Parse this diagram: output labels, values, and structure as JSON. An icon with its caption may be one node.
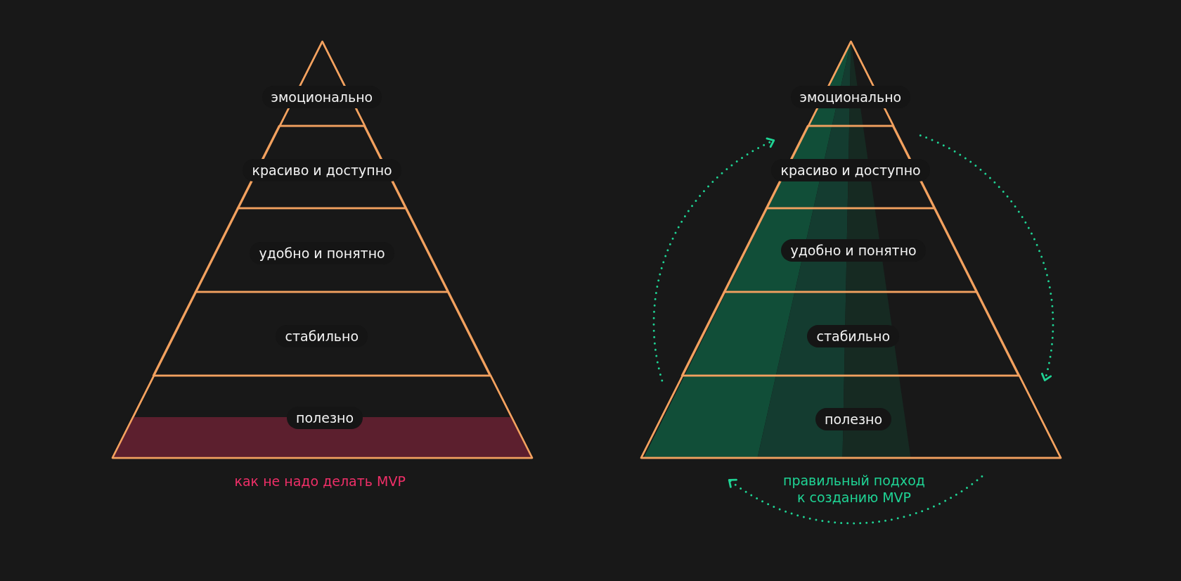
{
  "diagram": {
    "nodes": [
      {
        "text": [],
        "shape": "triangle",
        "beside": [
          "как не надо делать MVP"
        ]
      },
      {
        "text": [
          "эмоционально"
        ],
        "in": 0
      },
      {
        "text": [
          "красиво и доступно"
        ],
        "in": 0
      },
      {
        "text": [
          "удобно и понятно"
        ],
        "in": 0
      },
      {
        "text": [
          "стабильно"
        ],
        "in": 0
      },
      {
        "text": [
          "полезно"
        ],
        "in": 0
      },
      {
        "text": [],
        "shape": "triangle",
        "beside": [
          "правильный подход к созданию MVP"
        ]
      },
      {
        "text": [
          "эмоционально"
        ],
        "in": 6
      },
      {
        "text": [
          "красиво и доступно"
        ],
        "in": 6
      },
      {
        "text": [
          "удобно и понятно"
        ],
        "in": 6
      },
      {
        "text": [
          "стабильно"
        ],
        "in": 6
      },
      {
        "text": [
          "полезно"
        ],
        "in": 6
      }
    ]
  }
}
